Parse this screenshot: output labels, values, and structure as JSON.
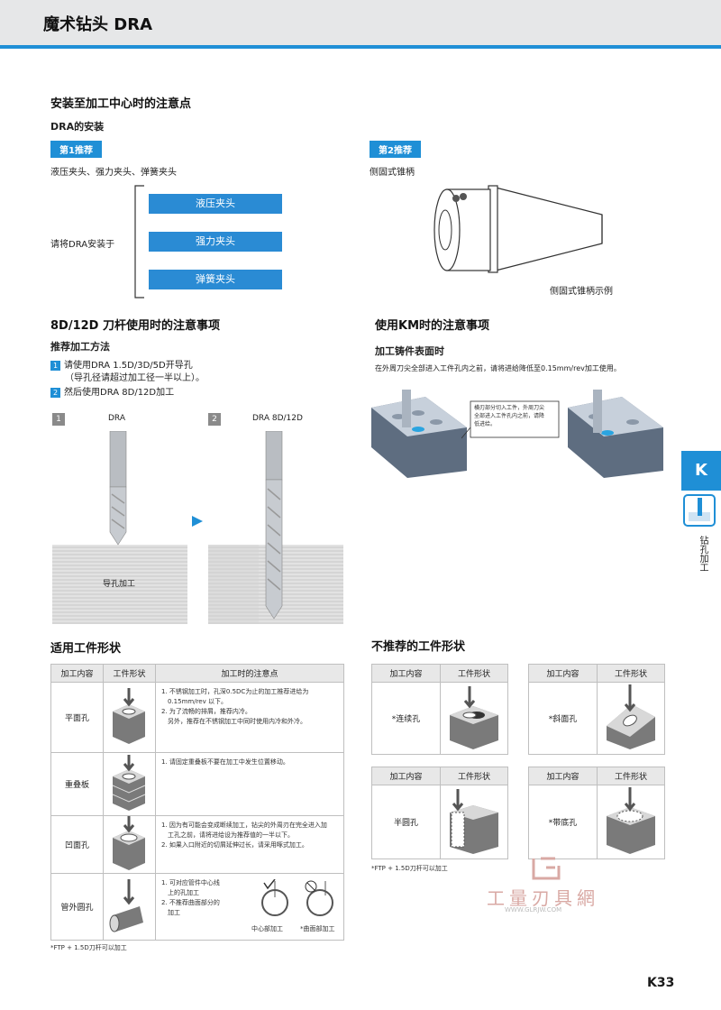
{
  "header": {
    "title": "魔术钻头 DRA"
  },
  "install": {
    "title": "安装至加工中心时的注意点",
    "subtitle": "DRA的安装",
    "rec1": {
      "badge": "第1推荐",
      "desc": "液压夹头、强力夹头、弹簧夹头",
      "lead": "请将DRA安装于",
      "options": [
        "液压夹头",
        "强力夹头",
        "弹簧夹头"
      ]
    },
    "rec2": {
      "badge": "第2推荐",
      "desc": "侧固式锥柄",
      "caption": "侧固式锥柄示例"
    }
  },
  "shank": {
    "title": "8D/12D 刀杆使用时的注意事项",
    "method": "推荐加工方法",
    "steps": [
      {
        "num": "1",
        "line1": "请使用DRA 1.5D/3D/5D开导孔",
        "line2": "（导孔径请超过加工径一半以上）。"
      },
      {
        "num": "2",
        "line1": "然后使用DRA 8D/12D加工"
      }
    ],
    "fig1": {
      "num": "1",
      "label": "DRA",
      "caption": "导孔加工"
    },
    "fig2": {
      "num": "2",
      "label": "DRA 8D/12D"
    }
  },
  "km": {
    "title": "使用KM时的注意事项",
    "subtitle": "加工铸件表面时",
    "desc": "在外周刀尖全部进入工件孔内之前，请将进给降低至0.15mm/rev加工使用。",
    "callout": [
      "横刃部分切入工件，外周刀尖",
      "全部进入工件孔内之前，请降",
      "低进给。"
    ]
  },
  "suitable": {
    "title": "适用工件形状",
    "headers": [
      "加工内容",
      "工件形状",
      "加工时的注意点"
    ],
    "rows": [
      {
        "name": "平面孔",
        "notes": [
          "1. 不锈钢加工时，孔深0.5DC为止的加工推荐进给为",
          "　0.15mm/rev 以下。",
          "2. 为了流畅的排屑，推荐内冷。",
          "　另外，推荐在不锈钢加工中同时使用内冷和外冷。"
        ]
      },
      {
        "name": "重叠板",
        "notes": [
          "1. 请固定重叠板不要在加工中发生位置移动。"
        ]
      },
      {
        "name": "凹面孔",
        "notes": [
          "1. 因为有可能会变成断续加工，钻尖的外周刃在完全进入加",
          "　工孔之前，请将进给设为推荐值的一半以下。",
          "2. 如果入口附近的切屑延伸过长，请采用啄式加工。"
        ]
      },
      {
        "name": "管外圆孔",
        "notes": [
          "1. 可对应管件中心线",
          "　上的孔加工",
          "2. 不推荐曲面部分的",
          "　加工"
        ],
        "fig_labels": [
          "中心部加工",
          "*曲面部加工"
        ]
      }
    ],
    "footnote": "*FTP + 1.5D刀杆可以加工"
  },
  "unsuitable": {
    "title": "不推荐的工件形状",
    "headers": [
      "加工内容",
      "工件形状"
    ],
    "items": [
      "*连续孔",
      "*斜面孔",
      "半圆孔",
      "*带底孔"
    ],
    "footnote": "*FTP + 1.5D刀杆可以加工"
  },
  "side": {
    "tab": "K",
    "label": "钻孔加工"
  },
  "watermark": {
    "text": "工量刃具網",
    "url": "WWW.GLRJW.COM"
  },
  "page": {
    "number": "K33"
  },
  "colors": {
    "accent": "#1f8fd6",
    "header_bg": "#e6e7e8"
  }
}
